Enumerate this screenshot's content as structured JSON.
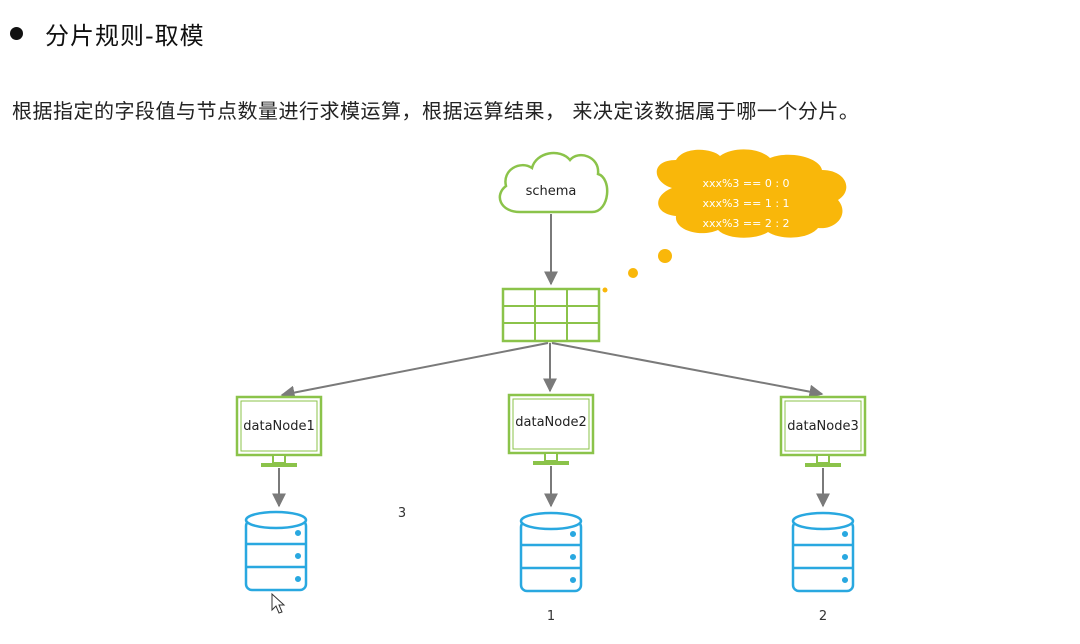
{
  "heading": {
    "bullet_icon": "filled-circle",
    "title": "分片规则-取模"
  },
  "description": "根据指定的字段值与节点数量进行求模运算，根据运算结果， 来决定该数据属于哪一个分片。",
  "diagram": {
    "cloud_label": "schema",
    "rules": [
      "xxx%3 == 0 : 0",
      "xxx%3 == 1 : 1",
      "xxx%3 == 2 : 2"
    ],
    "nodes": [
      {
        "label": "dataNode1",
        "shard_label": "3"
      },
      {
        "label": "dataNode2",
        "shard_label": "1"
      },
      {
        "label": "dataNode3",
        "shard_label": "2"
      }
    ],
    "colors": {
      "green": "#8bc34a",
      "arrow": "#7a7a7a",
      "database_blue": "#29a8e0",
      "thought_bubble": "#f9b70a"
    }
  }
}
